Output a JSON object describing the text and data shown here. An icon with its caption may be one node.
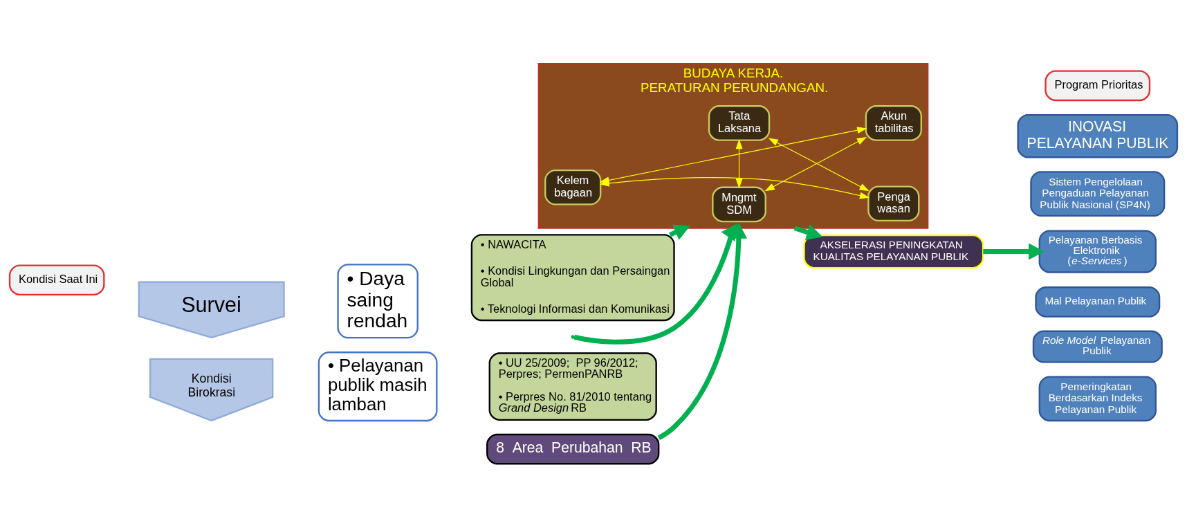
{
  "diagram": {
    "nodes": [
      {
        "text": [
          "Kondisi Saat Ini"
        ]
      },
      {
        "text": [
          "Survei"
        ]
      },
      {
        "text": [
          "• Daya saing rendah"
        ]
      },
      {
        "text": [
          "Kondisi Birokrasi"
        ]
      },
      {
        "text": [
          "• Pelayanan publik masih lamban"
        ]
      },
      {
        "text": [
          "• UU 25/2009;  PP 96/2012;  Perpres; PermenPANRB",
          "• Perpres No. 81/2010 tentang *Grand Design* RB"
        ]
      },
      {
        "text": [
          "8  Area  Perubahan  RB"
        ]
      },
      {
        "text": [
          "BUDAYA KERJA.",
          "PERATURAN PERUNDANGAN."
        ]
      },
      {
        "text": [
          "Mngmt SDM"
        ],
        "in": 7
      },
      {
        "text": [
          "Penga wasan"
        ],
        "in": 7
      },
      {
        "text": [
          "Kelem bagaan"
        ],
        "in": 7
      },
      {
        "text": [
          "Akun tabilitas"
        ],
        "in": 7
      },
      {
        "text": [
          "Tata Laksana"
        ],
        "in": 7
      },
      {
        "text": [
          "• NAWACITA",
          "• Kondisi Lingkungan dan Persaingan Global",
          "• Teknologi Informasi dan Komunikasi"
        ]
      },
      {
        "text": [
          "AKSELERASI PENINGKATAN KUALITAS PELAYANAN PUBLIK"
        ]
      },
      {
        "text": [
          "Program Prioritas"
        ]
      },
      {
        "text": [
          "INOVASI PELAYANAN PUBLIK"
        ]
      },
      {
        "text": [
          "Sistem Pengelolaan Pengaduan Pelayanan Publik Nasional (SP4N)"
        ]
      },
      {
        "text": [
          "Pelayanan Berbasis Elektronik (*e-Services*)"
        ]
      },
      {
        "text": [
          "Mal Pelayanan Publik"
        ]
      },
      {
        "text": [
          "*Role Model* Pelayanan Publik"
        ]
      },
      {
        "text": [
          "Pemeringkatan Berdasarkan Indeks Pelayanan Publik"
        ]
      }
    ],
    "edges": [
      {
        "from": null,
        "to": 7,
        "arrow": "to",
        "style": "thick"
      },
      {
        "from": 6,
        "to": 7,
        "arrow": "to",
        "style": "thick"
      },
      {
        "from": 13,
        "to": 7,
        "arrow": "to",
        "style": "thick"
      },
      {
        "from": 8,
        "to": 12,
        "arrow": "both",
        "color": "#ffff00"
      },
      {
        "from": 8,
        "to": 11,
        "arrow": "both",
        "color": "#ffff00"
      },
      {
        "from": 10,
        "to": 9,
        "arrow": "both",
        "color": "#ffff00"
      },
      {
        "from": 10,
        "to": 11,
        "arrow": "both",
        "color": "#ffff00"
      },
      {
        "from": 12,
        "to": 9,
        "arrow": "both",
        "color": "#ffff00"
      },
      {
        "from": 7,
        "to": 14,
        "arrow": "to",
        "style": "thick"
      },
      {
        "from": 14,
        "to": 18,
        "arrow": "to",
        "style": "thick"
      }
    ]
  }
}
